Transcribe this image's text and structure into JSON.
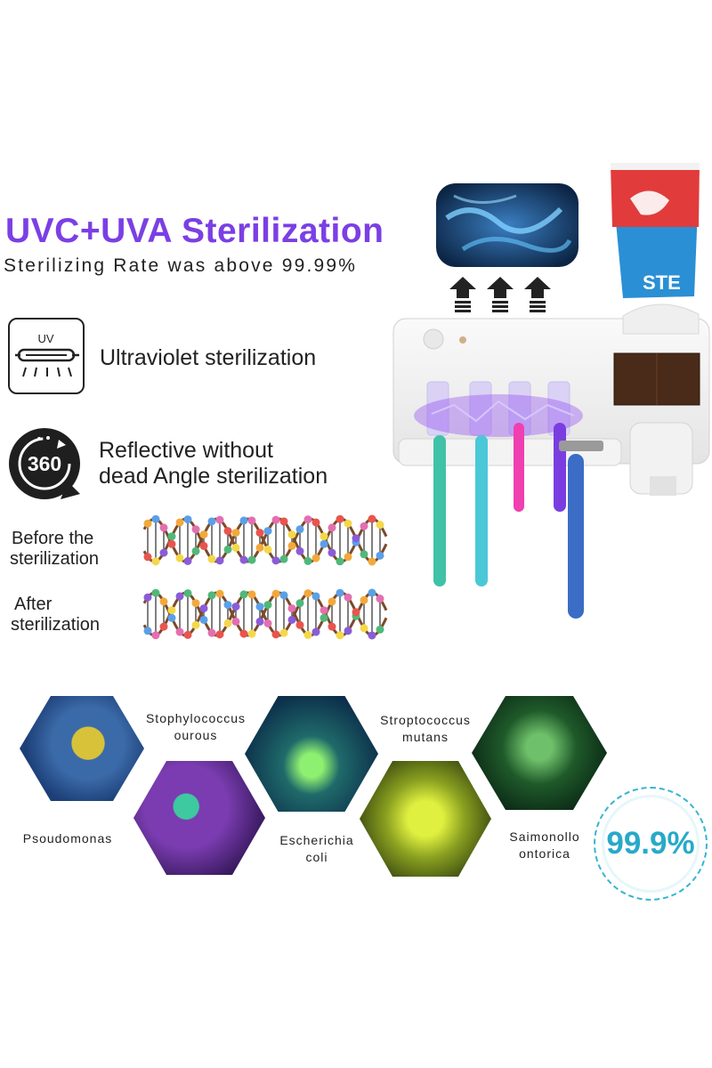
{
  "header": {
    "title": "UVC+UVA Sterilization",
    "subtitle": "Sterilizing Rate was above 99.99%"
  },
  "features": [
    {
      "icon": "uv-lamp-icon",
      "icon_text": "UV",
      "label": "Ultraviolet sterilization"
    },
    {
      "icon": "rotate-360-icon",
      "icon_text": "360",
      "label_line1": "Reflective without",
      "label_line2": "dead Angle sterilization"
    }
  ],
  "dna": {
    "before_line1": "Before the",
    "before_line2": "sterilization",
    "after_line1": "After",
    "after_line2": "sterilization"
  },
  "product": {
    "toothpaste_text": "STE",
    "accent_color": "#8a3cf0"
  },
  "bacteria": [
    {
      "name_line1": "Stophylococcus",
      "name_line2": "ourous"
    },
    {
      "name_line1": "Stroptococcus",
      "name_line2": "mutans"
    },
    {
      "name_line1": "Psoudomonas",
      "name_line2": ""
    },
    {
      "name_line1": "Escherichia",
      "name_line2": "coli"
    },
    {
      "name_line1": "Saimonollo",
      "name_line2": "ontorica"
    }
  ],
  "badge": {
    "value": "99.9%",
    "color": "#28a9c9"
  }
}
